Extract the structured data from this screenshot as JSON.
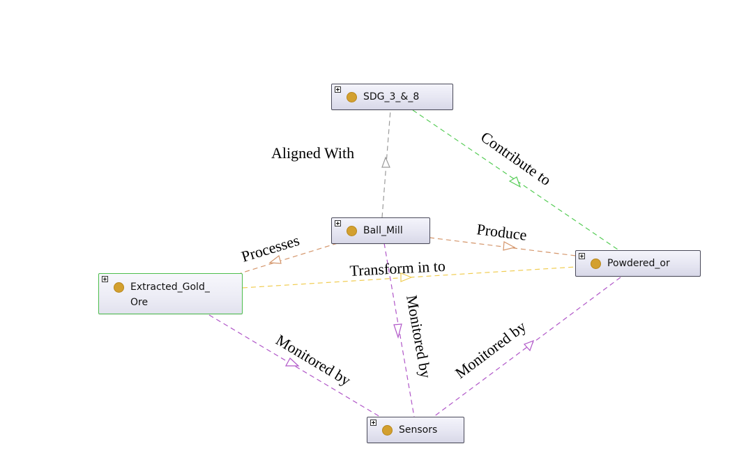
{
  "nodes": [
    {
      "id": "sdg",
      "label": "SDG_3_&_8"
    },
    {
      "id": "ballmill",
      "label": "Ball_Mill"
    },
    {
      "id": "gold_line1",
      "label": "Extracted_Gold_"
    },
    {
      "id": "gold_line2",
      "label": "Ore"
    },
    {
      "id": "powder",
      "label": "Powdered_or"
    },
    {
      "id": "sensors",
      "label": "Sensors"
    }
  ],
  "edges": [
    {
      "from": "ballmill",
      "to": "sdg",
      "label": "Aligned With",
      "color": "#9a9a9a"
    },
    {
      "from": "sdg",
      "to": "powder",
      "label": "Contribute to",
      "color": "#55cc55"
    },
    {
      "from": "ballmill",
      "to": "gold",
      "label": "Processes",
      "color": "#d4956a"
    },
    {
      "from": "ballmill",
      "to": "powder",
      "label": "Produce",
      "color": "#d4956a"
    },
    {
      "from": "gold",
      "to": "powder",
      "label": "Transform in to",
      "color": "#f0cc50"
    },
    {
      "from": "gold",
      "to": "sensors",
      "label": "Monitored by",
      "color": "#b056c8"
    },
    {
      "from": "ballmill",
      "to": "sensors",
      "label": "Monitored by",
      "color": "#b056c8"
    },
    {
      "from": "powder",
      "to": "sensors",
      "label": "Monitored by",
      "color": "#b056c8"
    }
  ],
  "icons": {
    "expand": "expand-plus-icon",
    "class": "class-dot-icon"
  },
  "colors": {
    "class_dot": "#d3a02f",
    "selected_border": "#4cbe4c"
  }
}
